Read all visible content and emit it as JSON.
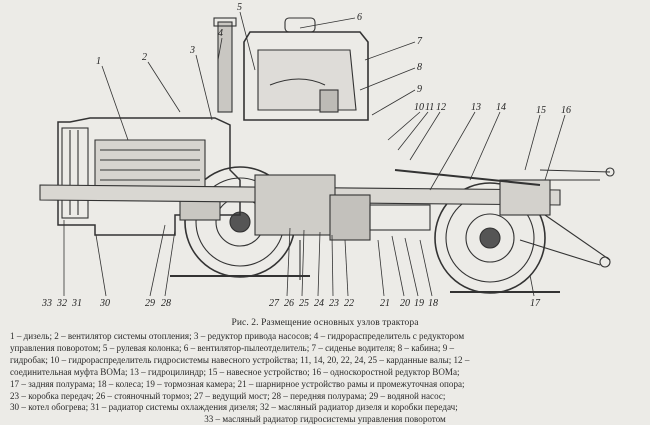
{
  "callouts": {
    "c1": "1",
    "c2": "2",
    "c3": "3",
    "c4": "4",
    "c5": "5",
    "c6": "6",
    "c7": "7",
    "c8": "8",
    "c9": "9",
    "c10": "10",
    "c11": "11",
    "c12": "12",
    "c13": "13",
    "c14": "14",
    "c15": "15",
    "c16": "16",
    "c17": "17",
    "c18": "18",
    "c19": "19",
    "c20": "20",
    "c21": "21",
    "c22": "22",
    "c23": "23",
    "c24": "24",
    "c25": "25",
    "c26": "26",
    "c27": "27",
    "c28": "28",
    "c29": "29",
    "c30": "30",
    "c31": "31",
    "c32": "32",
    "c33": "33"
  },
  "caption": {
    "title": "Рис. 2. Размещение основных узлов трактора",
    "lines": [
      "1 – дизель; 2 – вентилятор системы отопления; 3 – редуктор привода насосов; 4 – гидрораспределитель с редуктором",
      "управления поворотом; 5 – рулевая колонка; 6 – вентилятор-пылеотделитель; 7 – сиденье водителя; 8 – кабина; 9 –",
      "гидробак; 10 – гидрораспределитель гидросистемы навесного устройства; 11, 14, 20, 22, 24, 25 – карданные валы; 12 –",
      "соединительная муфта ВОМа; 13 – гидроцилиндр; 15 – навесное устройство; 16 – односкоростной редуктор ВОМа;",
      "17 – задняя полурама; 18 – колеса; 19 – тормозная камера; 21 – шарнирное устройство рамы и промежуточная опора;",
      "23 – коробка передач; 26 – стояночный тормоз; 27 – ведущий мост; 28 – передняя полурама; 29 – водяной насос;",
      "30 – котел обогрева; 31 – радиатор системы охлаждения дизеля; 32 – масляный радиатор дизеля и коробки передач;"
    ],
    "last_line": "33 – масляный радиатор гидросистемы управления поворотом"
  }
}
